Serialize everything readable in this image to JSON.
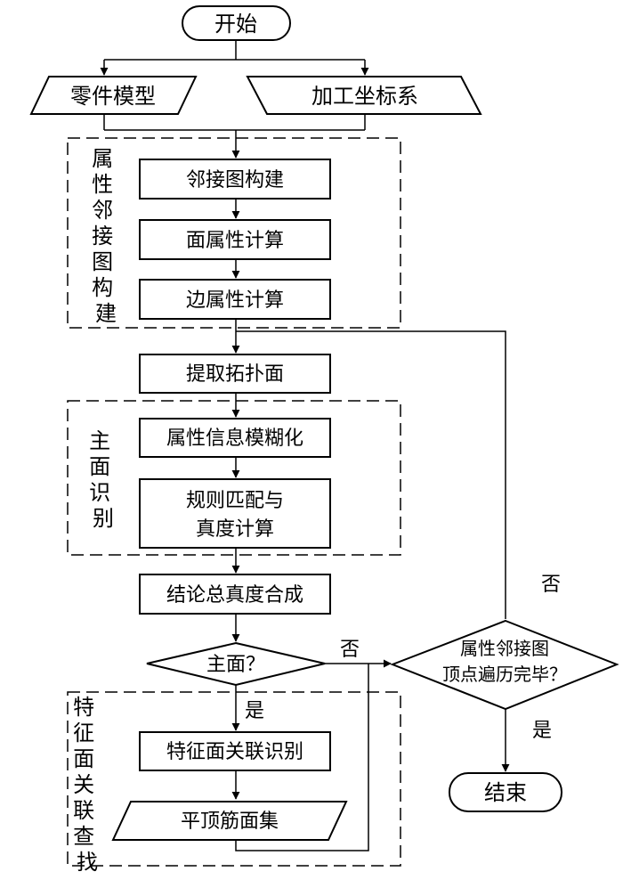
{
  "start": "开始",
  "part_model": "零件模型",
  "coord_system": "加工坐标系",
  "group1": {
    "title_chars": [
      "属",
      "性",
      "邻",
      "接",
      "图",
      "构",
      "建"
    ]
  },
  "adj_graph_build": "邻接图构建",
  "face_attr_calc": "面属性计算",
  "edge_attr_calc": "边属性计算",
  "extract_topo_face": "提取拓扑面",
  "group2": {
    "title_chars": [
      "主",
      "面",
      "识",
      "别"
    ]
  },
  "attr_fuzzify": "属性信息模糊化",
  "rule_match": {
    "line1": "规则匹配与",
    "line2": "真度计算"
  },
  "truth_synthesis": "结论总真度合成",
  "main_face_decision": "主面？",
  "group3": {
    "title_chars": [
      "特",
      "征",
      "面",
      "关",
      "联",
      "查",
      "找"
    ]
  },
  "feature_face_assoc": "特征面关联识别",
  "flat_top_rib_set": "平顶筋面集",
  "traverse_decision": {
    "line1": "属性邻接图",
    "line2": "顶点遍历完毕？"
  },
  "end": "结束",
  "labels": {
    "yes_main": "是",
    "no_main": "否",
    "yes_traverse": "是",
    "no_traverse": "否"
  }
}
